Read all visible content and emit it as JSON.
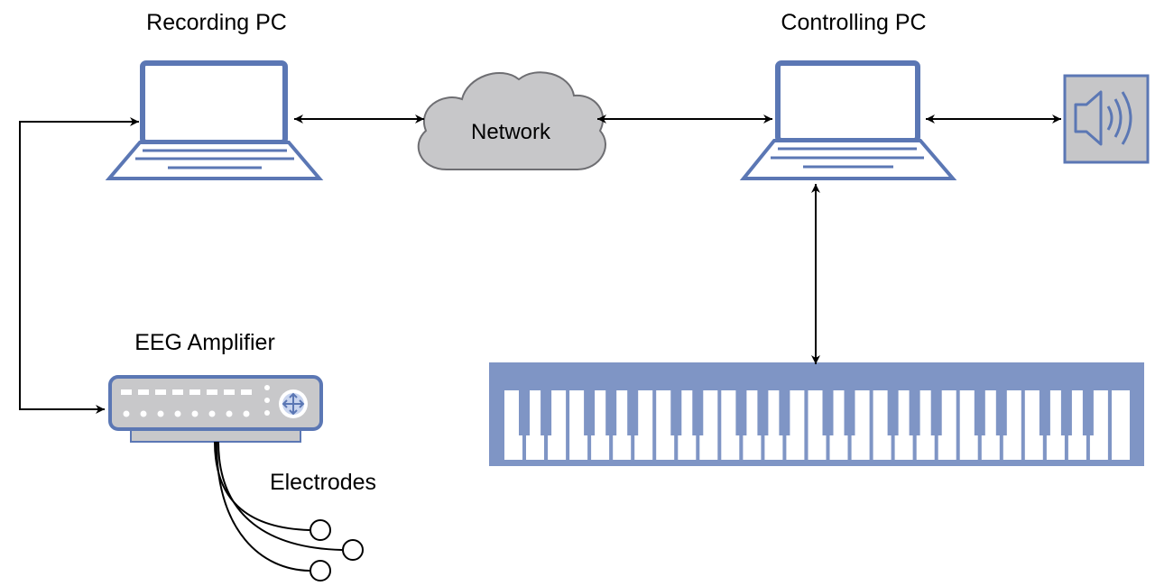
{
  "labels": {
    "recording_pc": "Recording PC",
    "controlling_pc": "Controlling PC",
    "network": "Network",
    "eeg_amplifier": "EEG Amplifier",
    "electrodes": "Electrodes"
  },
  "icons": {
    "recording_pc": "laptop-icon",
    "controlling_pc": "laptop-icon",
    "network": "cloud-icon",
    "speaker": "speaker-icon",
    "eeg_amplifier": "network-switch-icon",
    "keyboard": "piano-keyboard-icon",
    "electrodes": "electrode-icon"
  },
  "colors": {
    "device_stroke": "#5b77b4",
    "device_fill": "#7f95c5",
    "screen_fill": "#ffffff",
    "cloud_fill": "#c7c7c9",
    "cloud_stroke": "#6e6e72",
    "speaker_fill": "#c6c6c8",
    "amplifier_fill": "#c8c8ca",
    "connector": "#000000"
  },
  "keyboard": {
    "white_keys": 29
  },
  "electrodes": {
    "count": 3
  }
}
